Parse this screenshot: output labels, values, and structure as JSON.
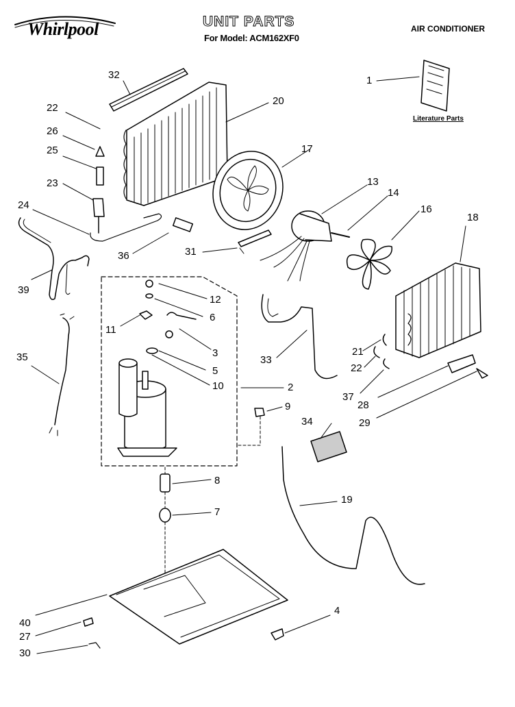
{
  "header": {
    "brand": "Whirlpool",
    "title": "UNIT PARTS",
    "model_line": "For Model: ACM162XF0",
    "category": "AIR CONDITIONER"
  },
  "literature_label": "Literature Parts",
  "callouts": [
    "1",
    "2",
    "3",
    "4",
    "5",
    "6",
    "7",
    "8",
    "9",
    "10",
    "11",
    "12",
    "13",
    "14",
    "16",
    "17",
    "18",
    "19",
    "20",
    "21",
    "22",
    "22",
    "23",
    "24",
    "25",
    "26",
    "27",
    "28",
    "29",
    "30",
    "31",
    "32",
    "33",
    "34",
    "35",
    "36",
    "37",
    "39",
    "40"
  ]
}
